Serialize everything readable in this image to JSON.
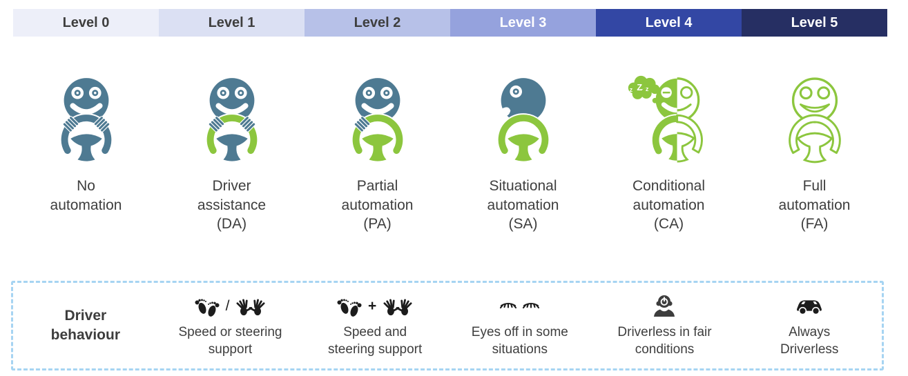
{
  "palette": {
    "teal": "#4e7a92",
    "green": "#8cc63e",
    "ink": "#1c1c1c",
    "person": "#3d3d3d",
    "text": "#3e3e3e",
    "dash": "#a6d4f2"
  },
  "header": {
    "levels": [
      {
        "label": "Level 0",
        "bg": "#edeff9",
        "color": "#3e3e3e"
      },
      {
        "label": "Level 1",
        "bg": "#dbe0f3",
        "color": "#3e3e3e"
      },
      {
        "label": "Level 2",
        "bg": "#b7c1e8",
        "color": "#3e3e3e"
      },
      {
        "label": "Level 3",
        "bg": "#95a2dd",
        "color": "#ffffff"
      },
      {
        "label": "Level 4",
        "bg": "#3347a4",
        "color": "#ffffff"
      },
      {
        "label": "Level 5",
        "bg": "#262f63",
        "color": "#ffffff"
      }
    ]
  },
  "levels": [
    {
      "name": "No\nautomation",
      "icon": "driver-both-hands-manual-wheel-icon"
    },
    {
      "name": "Driver\nassistance\n(DA)",
      "icon": "driver-both-hands-assisted-rim-icon"
    },
    {
      "name": "Partial\nautomation\n(PA)",
      "icon": "driver-one-hand-automated-wheel-icon"
    },
    {
      "name": "Situational\nautomation\n(SA)",
      "icon": "driver-looking-away-automated-wheel-icon"
    },
    {
      "name": "Conditional\nautomation\n(CA)",
      "icon": "driver-sleeping-half-automated-icon"
    },
    {
      "name": "Full\nautomation\n(FA)",
      "icon": "driverless-outline-wheel-icon"
    }
  ],
  "behaviour": {
    "row_label": "Driver\nbehaviour",
    "items": [
      {
        "label": "Speed or steering\nsupport",
        "separator": "/",
        "icons": [
          "feet-icon",
          "hands-icon"
        ]
      },
      {
        "label": "Speed and\nsteering support",
        "separator": "+",
        "icons": [
          "feet-icon",
          "hands-icon"
        ]
      },
      {
        "label": "Eyes off in some\nsituations",
        "icons": [
          "closed-eyes-icon"
        ]
      },
      {
        "label": "Driverless in fair\nconditions",
        "icons": [
          "autopilot-person-icon"
        ]
      },
      {
        "label": "Always\nDriverless",
        "icons": [
          "car-icon"
        ]
      }
    ]
  }
}
